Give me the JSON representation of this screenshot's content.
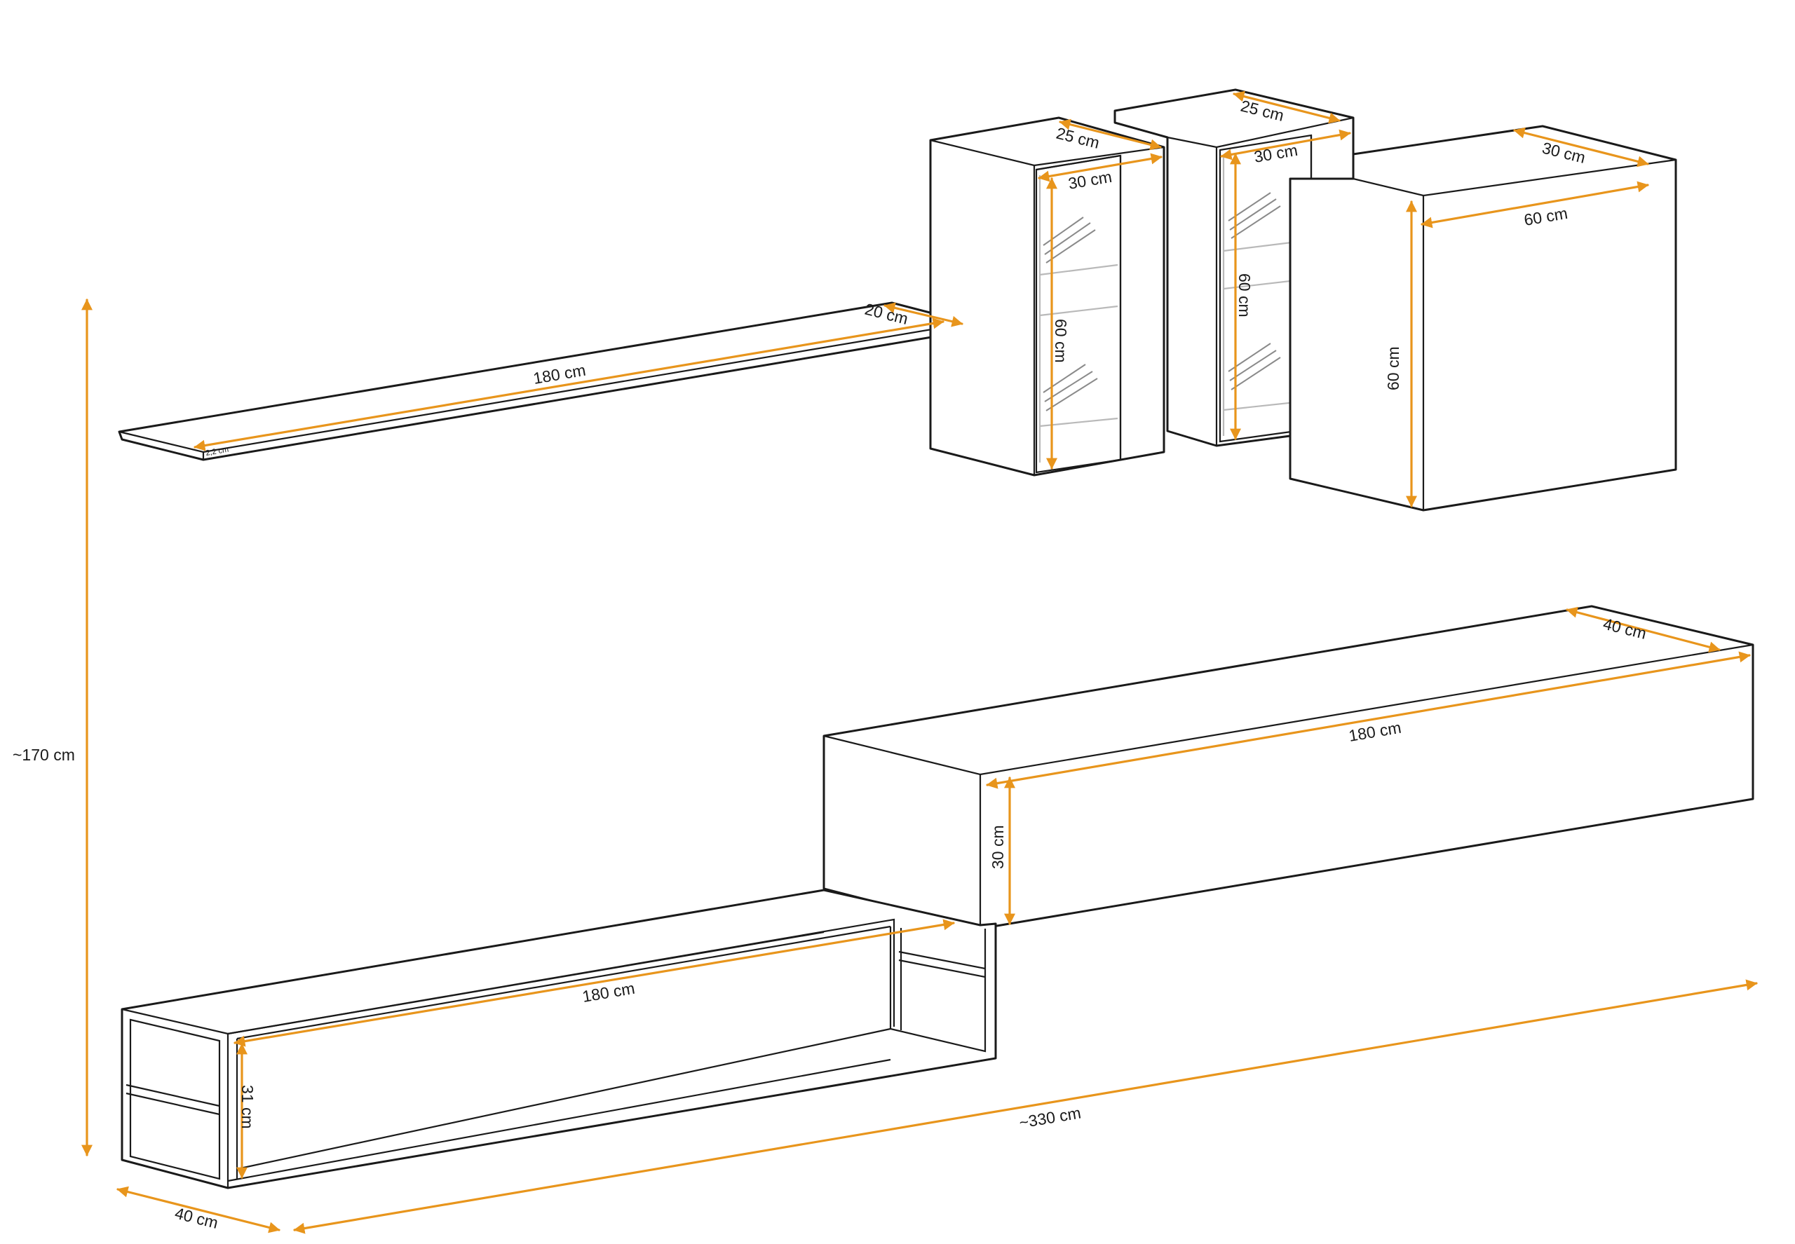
{
  "colors": {
    "dimension": "#e8951c",
    "outline": "#1a1a1a",
    "glass": "#b9b9b9"
  },
  "labels": {
    "total_height": "~170 cm",
    "total_width": "~330 cm",
    "base_depth": "40 cm",
    "base_length": "180 cm",
    "base_height": "31 cm",
    "shelf_length": "180 cm",
    "shelf_depth": "20 cm",
    "shelf_thickness": "2,2 cm",
    "vitrine_left_depth": "25 cm",
    "vitrine_left_width": "30 cm",
    "vitrine_left_height": "60 cm",
    "vitrine_right_depth": "25 cm",
    "vitrine_right_width": "30 cm",
    "vitrine_right_height": "60 cm",
    "square_depth": "30 cm",
    "square_width": "60 cm",
    "square_height": "60 cm",
    "long_depth": "40 cm",
    "long_length": "180 cm",
    "long_height": "30 cm"
  }
}
